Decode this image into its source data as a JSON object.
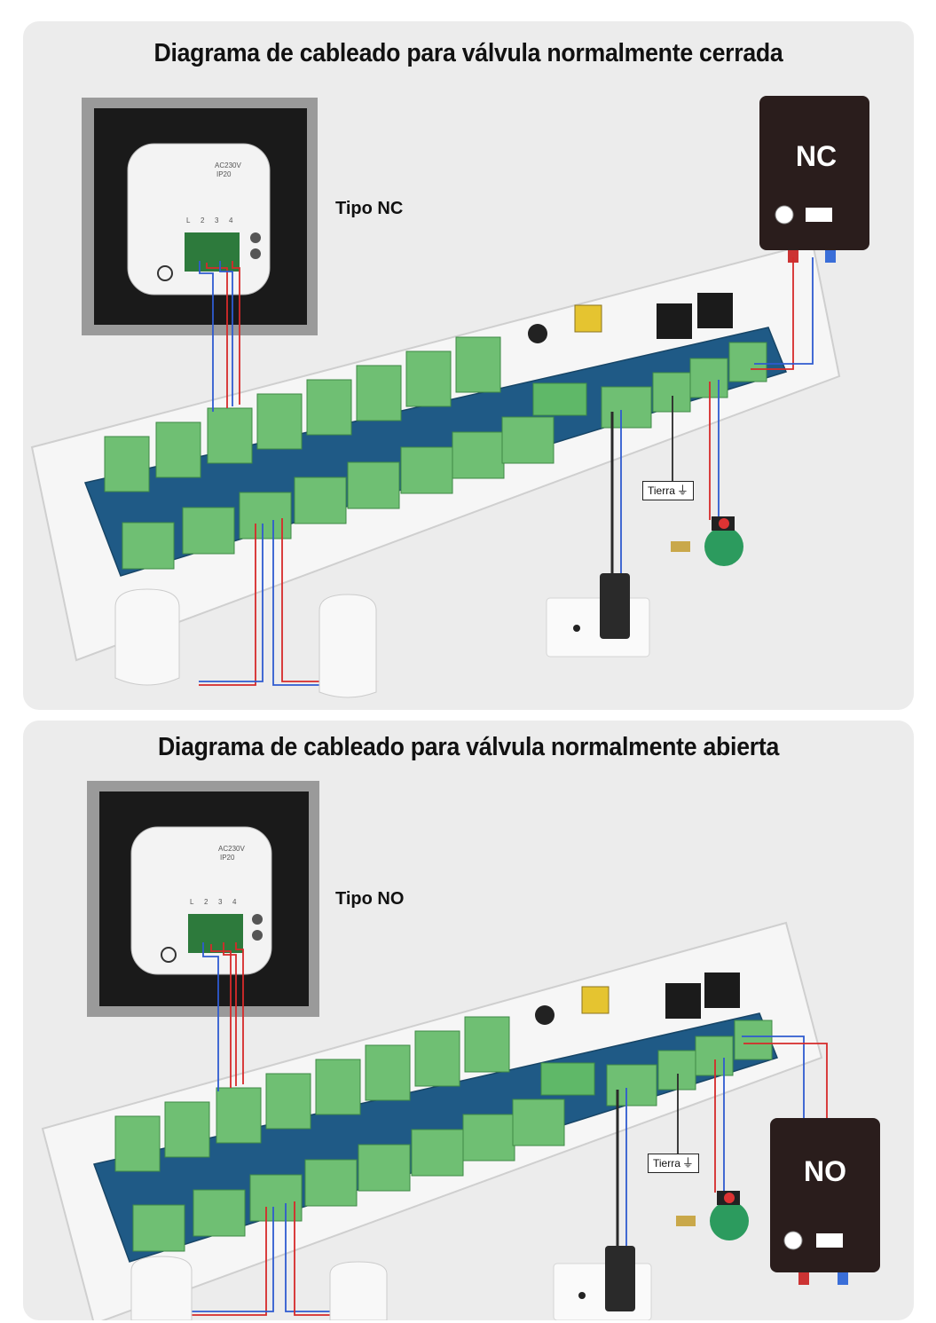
{
  "top": {
    "title": "Diagrama de cableado para válvula normalmente cerrada",
    "type_label": "Tipo NC",
    "tank_label": "NC",
    "ground_label": "Tierra",
    "thermostat": {
      "voltage": "AC230V",
      "ip": "IP20",
      "terminals": [
        "L",
        "2",
        "3",
        "4"
      ]
    }
  },
  "bottom": {
    "title": "Diagrama de cableado para válvula normalmente abierta",
    "type_label": "Tipo NO",
    "tank_label": "NO",
    "ground_label": "Tierra",
    "thermostat": {
      "voltage": "AC230V",
      "ip": "IP20",
      "terminals": [
        "L",
        "2",
        "3",
        "4"
      ]
    }
  },
  "colors": {
    "panel_bg": "#ececec",
    "board_blue": "#1f5a86",
    "terminal_green": "#6fbf73",
    "wire_red": "#d62a2a",
    "wire_blue": "#2f5bd0",
    "tank_dark": "#2a1d1c"
  },
  "icons": [
    "ground-icon",
    "power-outlet-icon",
    "pump-icon",
    "actuator-icon",
    "gauge-icon"
  ]
}
